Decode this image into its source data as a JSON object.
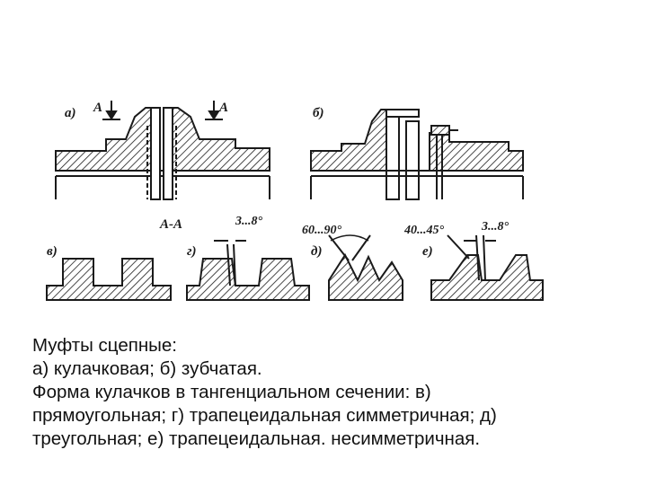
{
  "labels": {
    "a": "а)",
    "b": "б)",
    "v": "в)",
    "g": "г)",
    "d": "д)",
    "e": "е)",
    "section_mark": "A",
    "section": "A-A"
  },
  "angles": {
    "g": "3...8°",
    "d": "60...90°",
    "e_left": "40...45°",
    "e_right": "3...8°"
  },
  "caption": {
    "line1": "Муфты сцепные:",
    "line2": "а) кулачковая; б) зубчатая.",
    "line3": "Форма кулачков в тангенциальном сечении: в)",
    "line4": "прямоугольная; г) трапецеидальная симметричная; д)",
    "line5": "треугольная; е) трапецеидальная. несимметричная."
  },
  "colors": {
    "line": "#1a1a1a",
    "background": "#ffffff"
  }
}
